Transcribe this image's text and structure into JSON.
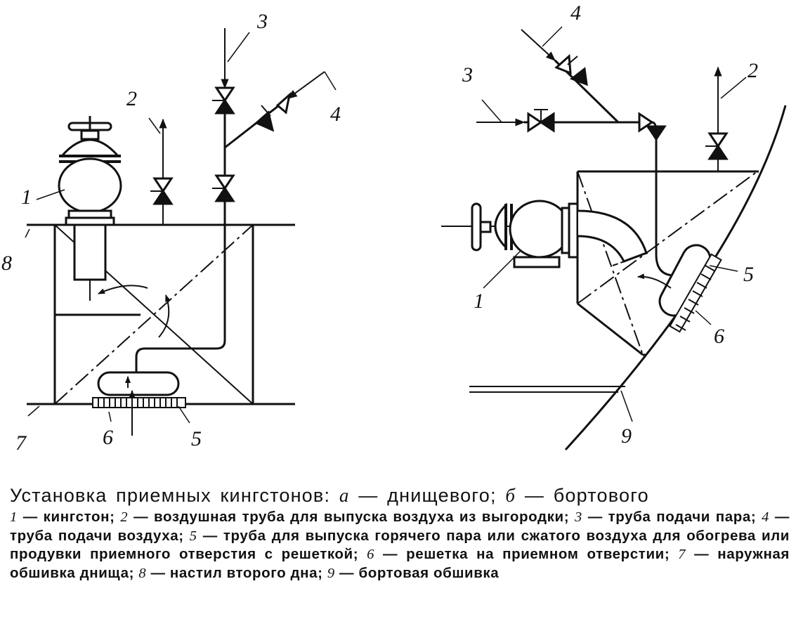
{
  "callouts": {
    "a": {
      "n1": "1",
      "n2": "2",
      "n3": "3",
      "n4": "4",
      "n5": "5",
      "n6": "6",
      "n7": "7",
      "n8": "8"
    },
    "b": {
      "n1": "1",
      "n2": "2",
      "n3": "3",
      "n4": "4",
      "n5": "5",
      "n6": "6",
      "n9": "9"
    }
  },
  "caption": {
    "title_prefix": "Установка приемных кингстонов: ",
    "a_letter": "а",
    "a_text": " — днищевого; ",
    "b_letter": "б",
    "b_text": " — бортового",
    "legend": [
      {
        "num": "1",
        "text": " — кингстон; "
      },
      {
        "num": "2",
        "text": " — воздушная труба для выпуска воздуха из выгородки; "
      },
      {
        "num": "3",
        "text": " — труба подачи пара; "
      },
      {
        "num": "4",
        "text": " — труба подачи воздуха; "
      },
      {
        "num": "5",
        "text": " — труба для выпуска горячего пара или сжатого воздуха для обогрева или продувки приемного отверстия с решеткой; "
      },
      {
        "num": "6",
        "text": " — решетка на приемном отверстии; "
      },
      {
        "num": "7",
        "text": " — наружная обшивка днища; "
      },
      {
        "num": "8",
        "text": " — настил второго дна; "
      },
      {
        "num": "9",
        "text": " — бортовая обшивка"
      }
    ]
  }
}
